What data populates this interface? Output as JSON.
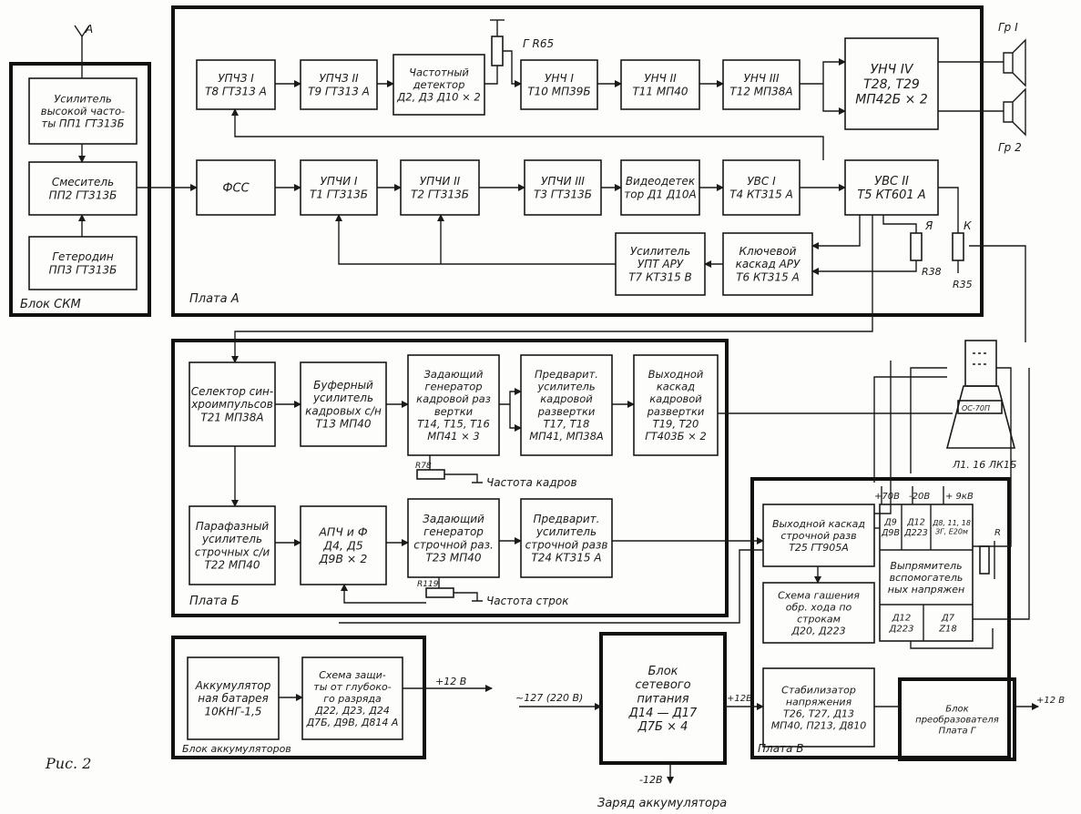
{
  "figure": {
    "caption": "Рис. 2"
  },
  "boards": {
    "skm": "Блок СКМ",
    "a": "Плата А",
    "b": "Плата Б",
    "v": "Плата В",
    "batt": "Блок аккумуляторов"
  },
  "blocks": {
    "amp_hf": [
      "Усилитель",
      "высокой часто-",
      "ты ПП1 ГТ313Б"
    ],
    "mixer": [
      "Смеситель",
      "ПП2 ГТ313Б"
    ],
    "osc": [
      "Гетеродин",
      "ПП3 ГТ313Б"
    ],
    "upchz1": [
      "УПЧЗ I",
      "Т8 ГТ313 А"
    ],
    "upchz2": [
      "УПЧЗ II",
      "Т9 ГТ313 А"
    ],
    "freqdet": [
      "Частотный",
      "детектор",
      "Д2, Д3 Д10 × 2"
    ],
    "unch1": [
      "УНЧ I",
      "Т10 МП39Б"
    ],
    "unch2": [
      "УНЧ II",
      "Т11  МП40"
    ],
    "unch3": [
      "УНЧ III",
      "Т12 МП38А"
    ],
    "unch4": [
      "УНЧ IV",
      "Т28, Т29",
      "МП42Б × 2"
    ],
    "fss": [
      "ФСС"
    ],
    "upchi1": [
      "УПЧИ I",
      "Т1 ГТ313Б"
    ],
    "upchi2": [
      "УПЧИ II",
      "Т2 ГТ313Б"
    ],
    "upchi3": [
      "УПЧИ III",
      "Т3 ГТ313Б"
    ],
    "videodet": [
      "Видеодетек",
      "тор Д1 Д10А"
    ],
    "uvs1": [
      "УВС I",
      "Т4 КТ315 А"
    ],
    "uvs2": [
      "УВС II",
      "Т5 КТ601 А"
    ],
    "upt": [
      "Усилитель",
      "УПТ  АРУ",
      "Т7 КТ315 В"
    ],
    "key_aru": [
      "Ключевой",
      "каскад АРУ",
      "Т6 КТ315 А"
    ],
    "sync_sel": [
      "Селектор син-",
      "хроимпульсов",
      "Т21 МП38А"
    ],
    "buf_amp": [
      "Буферный",
      "усилитель",
      "кадровых с/н",
      "Т13 МП40"
    ],
    "frame_gen": [
      "Задающий",
      "генератор",
      "кадровой раз",
      "вертки",
      "Т14, Т15, Т16",
      "МП41 × 3"
    ],
    "frame_preamp": [
      "Предварит.",
      "усилитель",
      "кадровой",
      "развертки",
      "Т17, Т18",
      "МП41, МП38А"
    ],
    "frame_out": [
      "Выходной",
      "каскад",
      "кадровой",
      "развертки",
      "Т19, Т20",
      "ГТ403Б × 2"
    ],
    "phase_amp": [
      "Парафазный",
      "усилитель",
      "строчных с/и",
      "Т22 МП40"
    ],
    "apch": [
      "АПЧ и Ф",
      "Д4, Д5",
      "Д9В × 2"
    ],
    "line_gen": [
      "Задающий",
      "генератор",
      "строчной раз.",
      "Т23 МП40"
    ],
    "line_preamp": [
      "Предварит.",
      "усилитель",
      "строчной разв",
      "Т24 КТ315 А"
    ],
    "battery": [
      "Аккумулятор",
      "ная батарея",
      "10КНГ-1,5"
    ],
    "protect": [
      "Схема защи-",
      "ты от глубоко-",
      "го разряда",
      "Д22, Д23, Д24",
      "Д7Б, Д9В, Д814 А"
    ],
    "mains": [
      "Блок",
      "сетевого",
      "питания",
      "Д14 — Д17",
      "Д7Б × 4"
    ],
    "line_out": [
      "Выходной каскад",
      "строчной разв",
      "Т25 ГТ905А"
    ],
    "blank": [
      "Схема гашения",
      "обр. хода  по",
      "строкам",
      "Д20, Д223"
    ],
    "rect": [
      "Выпрямитель",
      "вспомогатель",
      "ных напряжен"
    ],
    "stab": [
      "Стабилизатор",
      "напряжения",
      "Т26, Т27, Д13",
      "МП40, П213, Д810"
    ],
    "conv": [
      "Блок",
      "преобразователя",
      "Плата Г"
    ]
  },
  "rect_cells": {
    "c1": [
      "Д9",
      "Д9В"
    ],
    "c2": [
      "Д12",
      "Д223"
    ],
    "c3": [
      "Д8, 11, 18",
      "ЗГ, Е20м"
    ],
    "c4": [
      "Д12",
      "Д223"
    ],
    "c5": [
      "Д7",
      "Z18"
    ]
  },
  "labels": {
    "antenna": "А",
    "r65": "Г R65",
    "gr1": "Гр I",
    "gr2": "Гр 2",
    "ya": "Я",
    "k": "К",
    "r38": "R38",
    "r35": "R35",
    "r78": "R78",
    "r119": "R119",
    "freq_frame": "Частота  кадров",
    "freq_line": "Частота  строк",
    "crt_label": "Л1. 16 ЛК1Б",
    "crt_yoke": "ОС-70П",
    "v_plus70": "+70В",
    "v_minus20": "-20В",
    "v_9kv": "+ 9кВ",
    "v_plus12_batt": "+12 В",
    "v_mains": "~127 (220 В)",
    "v_plus12_mains": "+12В",
    "v_minus12": "-12В",
    "charge": "Заряд  аккумулятора",
    "v_conv": "+12 В",
    "r_label": "R"
  }
}
